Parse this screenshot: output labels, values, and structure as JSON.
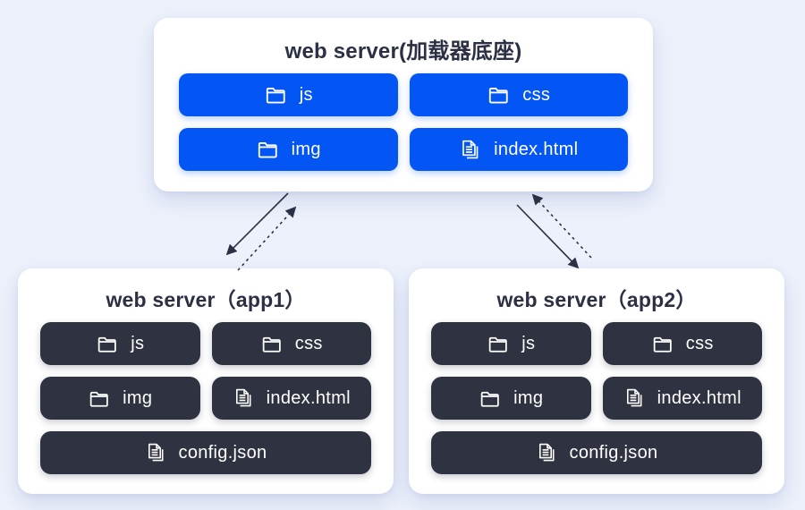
{
  "colors": {
    "background": "#edf1fb",
    "card": "#ffffff",
    "blue": "#0355f4",
    "dark": "#2f3240",
    "text": "#2c3044",
    "arrow": "#2b3044",
    "white": "#ffffff"
  },
  "base": {
    "title": "web server(加载器底座)",
    "items": [
      {
        "label": "js",
        "icon": "folder-icon"
      },
      {
        "label": "css",
        "icon": "folder-icon"
      },
      {
        "label": "img",
        "icon": "folder-icon"
      },
      {
        "label": "index.html",
        "icon": "document-icon"
      }
    ]
  },
  "app1": {
    "title": "web server（app1）",
    "items": [
      {
        "label": "js",
        "icon": "folder-icon"
      },
      {
        "label": "css",
        "icon": "folder-icon"
      },
      {
        "label": "img",
        "icon": "folder-icon"
      },
      {
        "label": "index.html",
        "icon": "document-icon"
      },
      {
        "label": "config.json",
        "icon": "document-icon"
      }
    ]
  },
  "app2": {
    "title": "web server（app2）",
    "items": [
      {
        "label": "js",
        "icon": "folder-icon"
      },
      {
        "label": "css",
        "icon": "folder-icon"
      },
      {
        "label": "img",
        "icon": "folder-icon"
      },
      {
        "label": "index.html",
        "icon": "document-icon"
      },
      {
        "label": "config.json",
        "icon": "document-icon"
      }
    ]
  },
  "arrows": [
    {
      "name": "base-to-app1",
      "style": "solid"
    },
    {
      "name": "app1-to-base",
      "style": "dashed"
    },
    {
      "name": "app2-to-base",
      "style": "dashed"
    },
    {
      "name": "base-to-app2",
      "style": "solid"
    }
  ]
}
